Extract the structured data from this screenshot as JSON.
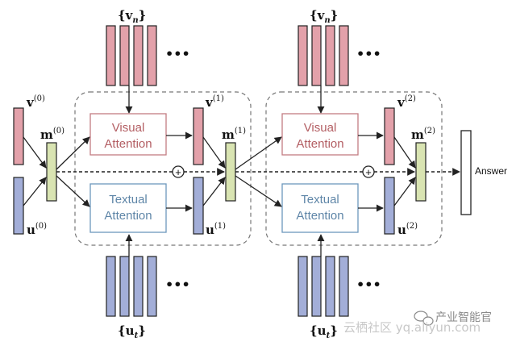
{
  "diagram": {
    "attention_visual": [
      "Visual",
      "Attention"
    ],
    "attention_textual": [
      "Textual",
      "Attention"
    ],
    "answer": "Answer",
    "v_set": {
      "base": "{v",
      "sub": "n",
      "close": "}"
    },
    "u_set": {
      "base": "{u",
      "sub": "t",
      "close": "}"
    },
    "state_labels": {
      "v0": {
        "base": "v",
        "sup": "(0)"
      },
      "u0": {
        "base": "u",
        "sup": "(0)"
      },
      "m0": {
        "base": "m",
        "sup": "(0)"
      },
      "v1": {
        "base": "v",
        "sup": "(1)"
      },
      "u1": {
        "base": "u",
        "sup": "(1)"
      },
      "m1": {
        "base": "m",
        "sup": "(1)"
      },
      "v2": {
        "base": "v",
        "sup": "(2)"
      },
      "u2": {
        "base": "u",
        "sup": "(2)"
      },
      "m2": {
        "base": "m",
        "sup": "(2)"
      }
    },
    "ellipsis": "•••",
    "plus_symbol": "+"
  },
  "watermark": {
    "brand": "产业智能官",
    "site_text": "云栖社区 yq.aliyun.com"
  },
  "colors": {
    "pink_fill": "#e3a1aa",
    "blue_fill": "#a3aed8",
    "green_fill": "#d9e4b2",
    "visual_box": "#c27c82",
    "textual_box": "#6d97bc"
  }
}
